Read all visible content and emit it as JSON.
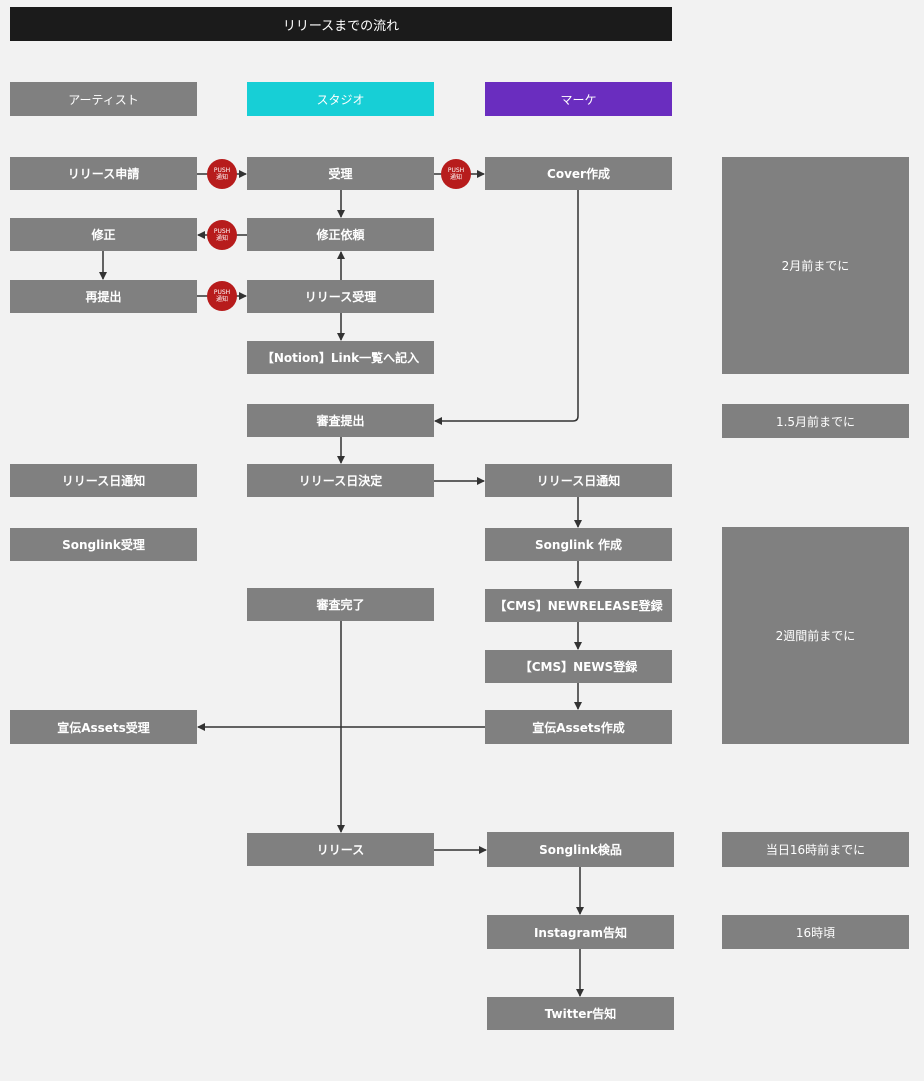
{
  "title": "リリースまでの流れ",
  "lanes": [
    {
      "label": "アーティスト",
      "color": "#808080"
    },
    {
      "label": "スタジオ",
      "color": "#17cfd6"
    },
    {
      "label": "マーケ",
      "color": "#6a2dbf"
    }
  ],
  "push_badge": {
    "line1": "PUSH",
    "line2": "通知"
  },
  "artist": {
    "release_request": "リリース申請",
    "fix": "修正",
    "resubmit": "再提出",
    "release_date_notice": "リリース日通知",
    "songlink_receive": "Songlink受理",
    "assets_receive": "宣伝Assets受理"
  },
  "studio": {
    "accept": "受理",
    "fix_request": "修正依頼",
    "release_accept": "リリース受理",
    "notion_entry": "【Notion】Link一覧へ記入",
    "review_submit": "審査提出",
    "release_date_decide": "リリース日決定",
    "review_complete": "審査完了",
    "release": "リリース"
  },
  "marketing": {
    "cover": "Cover作成",
    "release_date_notice": "リリース日通知",
    "songlink_create": "Songlink 作成",
    "cms_newrelease": "【CMS】NEWRELEASE登録",
    "cms_news": "【CMS】NEWS登録",
    "assets_create": "宣伝Assets作成",
    "songlink_check": "Songlink検品",
    "instagram": "Instagram告知",
    "twitter": "Twitter告知"
  },
  "deadlines": {
    "two_months": "2月前までに",
    "one_half_months": "1.5月前までに",
    "two_weeks": "2週間前までに",
    "same_day": "当日16時前までに",
    "around_16": "16時頃"
  },
  "colors": {
    "node": "#808080",
    "title_bg": "#1b1b1b",
    "push": "#b71c1c",
    "arrow": "#333333"
  }
}
